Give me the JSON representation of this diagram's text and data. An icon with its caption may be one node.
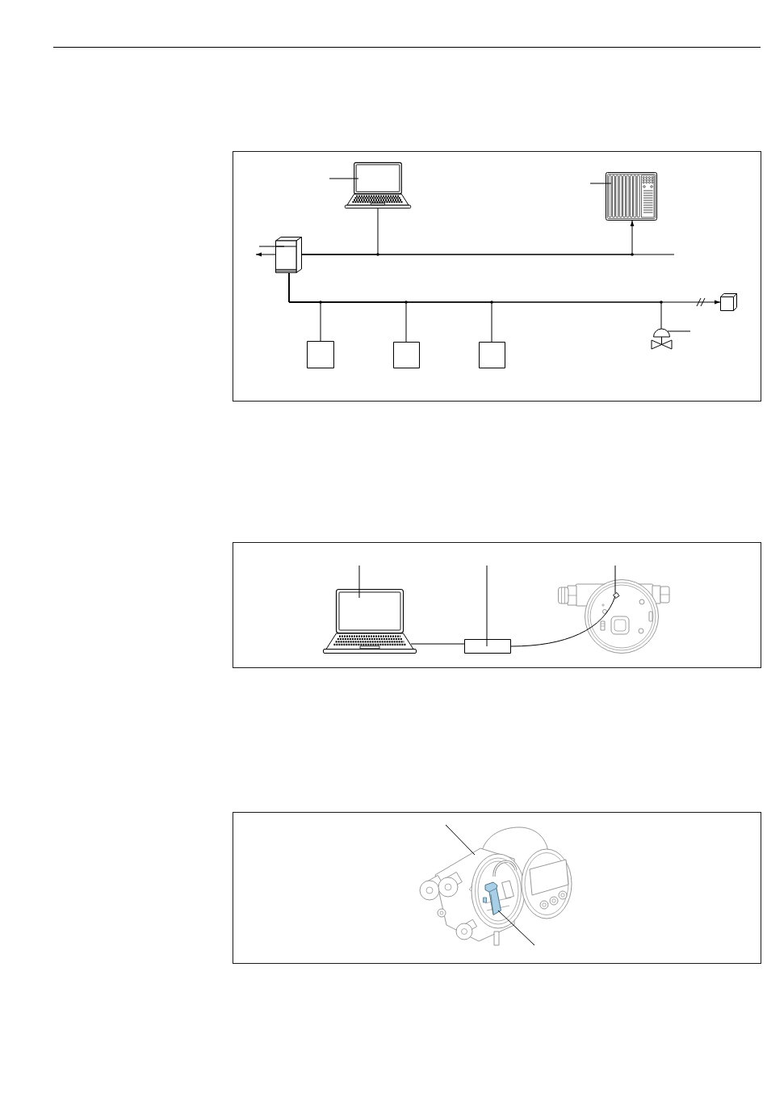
{
  "diagram": {
    "nodes": [
      {
        "text": [],
        "shape": "picture"
      },
      {
        "text": [],
        "shape": "picture"
      },
      {
        "text": [],
        "shape": "picture"
      },
      {
        "text": [],
        "shape": "cube"
      },
      {
        "text": [],
        "shape": "box"
      },
      {
        "text": [],
        "shape": "box"
      },
      {
        "text": [],
        "shape": "box"
      },
      {
        "text": [],
        "shape": "picture"
      },
      {
        "text": [],
        "shape": "picture"
      },
      {
        "text": [],
        "shape": "box"
      },
      {
        "text": [],
        "shape": "picture"
      },
      {
        "text": [],
        "shape": "picture"
      },
      {
        "text": [],
        "shape": "picture",
        "in": 11
      }
    ],
    "edges": [
      {
        "from": 2,
        "to": null,
        "arrow": "to"
      },
      {
        "from": 2,
        "to": 0,
        "arrow": "none"
      },
      {
        "from": 2,
        "to": 1,
        "arrow": "to"
      },
      {
        "from": 2,
        "to": null,
        "arrow": "none"
      },
      {
        "from": 2,
        "to": 4,
        "arrow": "none"
      },
      {
        "from": 2,
        "to": 5,
        "arrow": "none"
      },
      {
        "from": 2,
        "to": 6,
        "arrow": "none"
      },
      {
        "from": 2,
        "to": 7,
        "arrow": "none"
      },
      {
        "from": 2,
        "to": 3,
        "arrow": "to"
      },
      {
        "from": null,
        "to": 0,
        "arrow": "none"
      },
      {
        "from": null,
        "to": 1,
        "arrow": "none"
      },
      {
        "from": null,
        "to": 2,
        "arrow": "none"
      },
      {
        "from": null,
        "to": 7,
        "arrow": "none"
      },
      {
        "from": 8,
        "to": 9,
        "arrow": "none"
      },
      {
        "from": 9,
        "to": 10,
        "arrow": "none"
      },
      {
        "from": null,
        "to": 8,
        "arrow": "none"
      },
      {
        "from": null,
        "to": 9,
        "arrow": "none"
      },
      {
        "from": null,
        "to": 10,
        "arrow": "none"
      },
      {
        "from": null,
        "to": 11,
        "arrow": "none"
      },
      {
        "from": null,
        "to": 12,
        "arrow": "none"
      }
    ]
  }
}
